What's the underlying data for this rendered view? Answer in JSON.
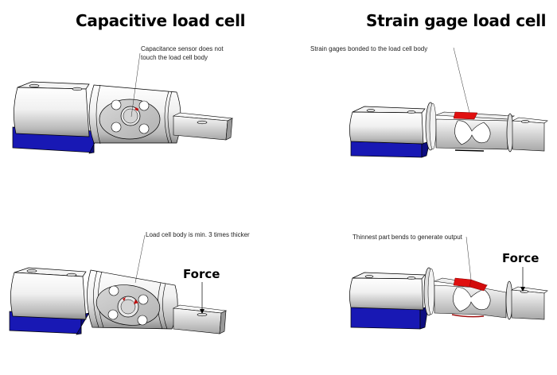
{
  "titles": {
    "capacitive": "Capacitive load cell",
    "strain_gage": "Strain gage load cell"
  },
  "annotations": {
    "capacitive_sensor_line1": "Capacitance sensor does not",
    "capacitive_sensor_line2": "touch the load cell body",
    "capacitive_body": "Load cell body is min. 3 times  thicker",
    "strain_gages": "Strain gages bonded to the load cell body",
    "thinnest_part": "Thinnest part bends to generate output"
  },
  "force_labels": {
    "capacitive": "Force",
    "strain_gage": "Force"
  },
  "colors": {
    "base_block": "#1a1ab0",
    "strain_gage": "#e01010",
    "sensor_marker": "#c01010",
    "metal_light": "#f2f2f2",
    "metal_dark": "#9a9a9a"
  }
}
